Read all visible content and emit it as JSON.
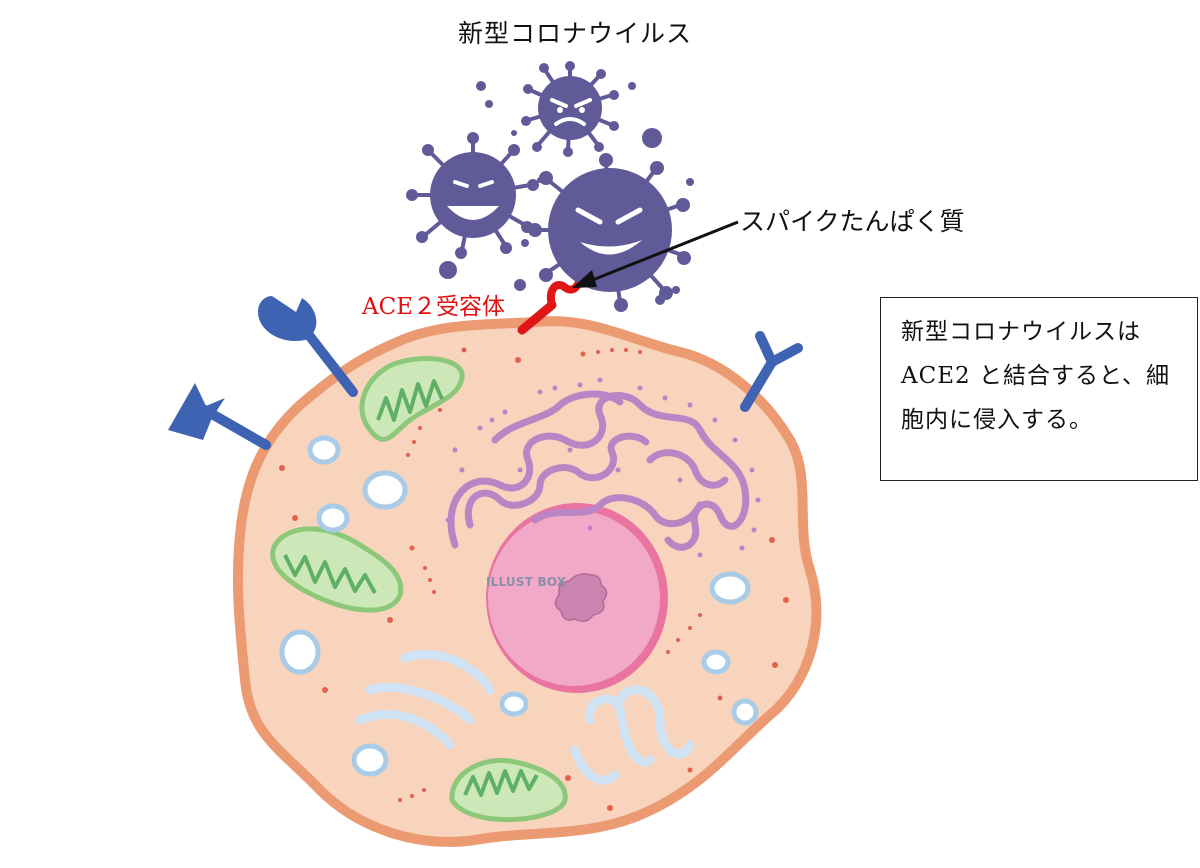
{
  "title": "新型コロナウイルス",
  "labels": {
    "spike_protein": "スパイクたんぱく質",
    "ace2_receptor": "ACE２受容体",
    "watermark": "ILLUST BOX"
  },
  "note": {
    "lines": [
      "新型コロナウイルスは",
      "ACE2 と結合すると、細",
      "胞内に侵入する。"
    ]
  },
  "colors": {
    "virus": "#615a98",
    "cell_membrane": "#ec9a72",
    "cytoplasm": "#f8d4bd",
    "receptor_blue": "#3d63b2",
    "ace2_red": "#e01515",
    "nucleus": "#f2a9c8",
    "golgi": "#b985c4",
    "mitochondria": "#8dc87a"
  }
}
